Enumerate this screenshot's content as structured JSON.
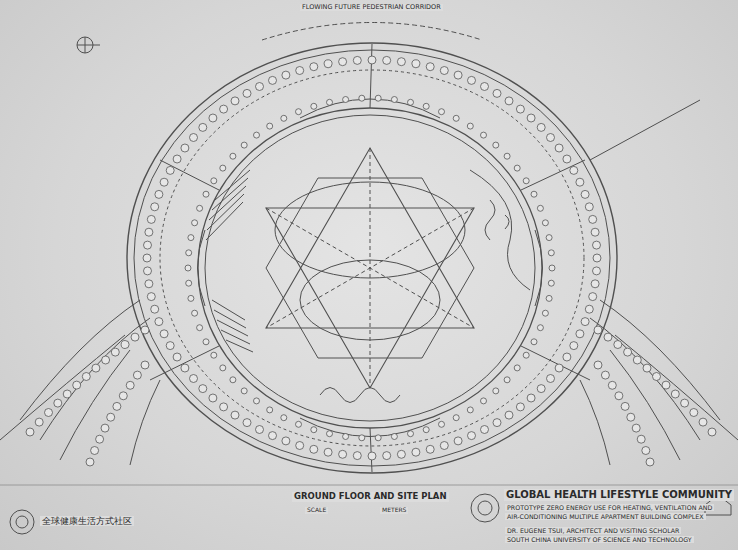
{
  "diagram": {
    "title": "GLOBAL HEALTH LIFESTYLE COMMUNITY",
    "labels": [
      "FLOWING FUTURE PEDESTRIAN CORRIDOR",
      "全球健康生活方式社区",
      "GROUND FLOOR AND SITE PLAN",
      "SCALE",
      "METERS",
      "PROTOTYPE ZERO ENERGY USE FOR HEATING, VENTILATION AND",
      "AIR-CONDITIONING MULTIPLE APARTMENT BUILDING COMPLEX",
      "DR. EUGENE TSUI, ARCHITECT AND VISITING SCHOLAR",
      "SOUTH CHINA UNIVERSITY OF SCIENCE AND TECHNOLOGY"
    ]
  }
}
